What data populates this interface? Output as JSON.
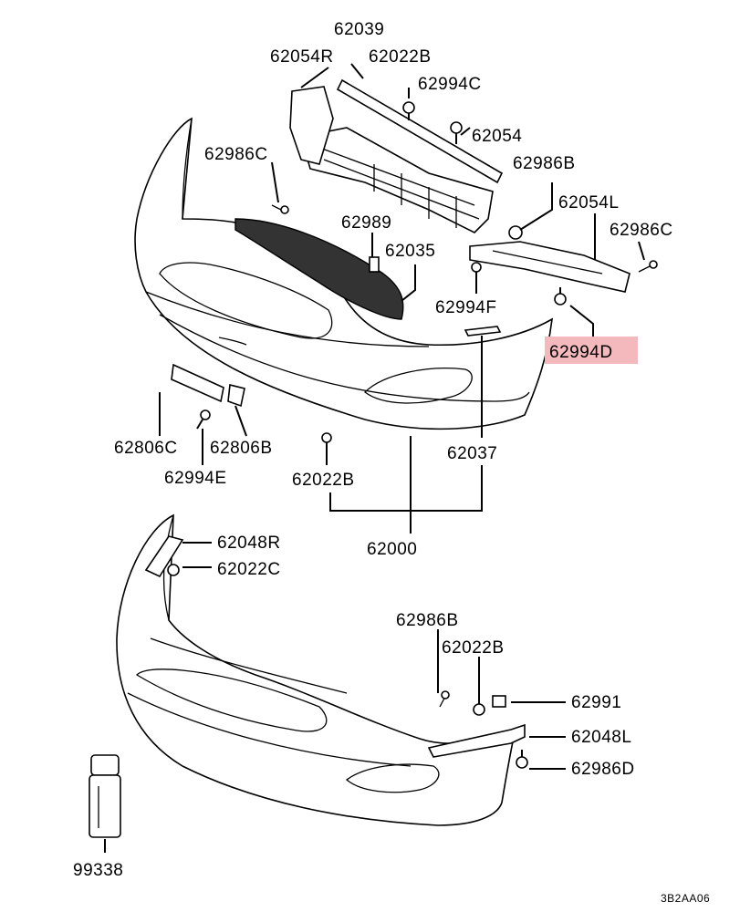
{
  "colors": {
    "highlight": "#f4b9bd",
    "ink": "#000000",
    "background": "#ffffff"
  },
  "labels": {
    "p62039": "62039",
    "p62054R": "62054R",
    "p62022B_top": "62022B",
    "p62994C": "62994C",
    "p62054": "62054",
    "p62986C_left": "62986C",
    "p62986B_top": "62986B",
    "p62054L": "62054L",
    "p62989": "62989",
    "p62035": "62035",
    "p62986C_right": "62986C",
    "p62994F": "62994F",
    "p62994D": "62994D",
    "p62806C": "62806C",
    "p62806B": "62806B",
    "p62994E": "62994E",
    "p62037": "62037",
    "p62022B_mid": "62022B",
    "p62000": "62000",
    "p62048R": "62048R",
    "p62022C": "62022C",
    "p62986B_low": "62986B",
    "p62022B_low": "62022B",
    "p62991": "62991",
    "p62048L": "62048L",
    "p62986D": "62986D",
    "p99338": "99338"
  },
  "diagram_code": "3B2AA06"
}
